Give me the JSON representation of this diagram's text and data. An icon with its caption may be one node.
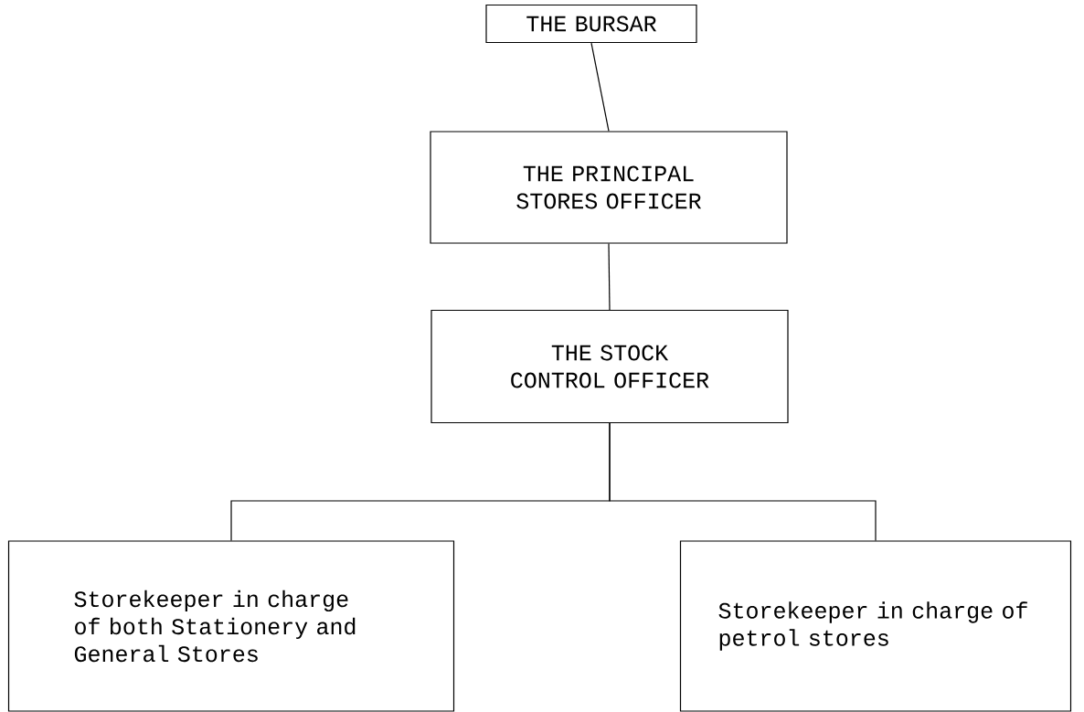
{
  "diagram": {
    "nodes": [
      {
        "text": [
          "THE BURSAR"
        ]
      },
      {
        "text": [
          "THE PRINCIPAL STORES OFFICER"
        ]
      },
      {
        "text": [
          "THE STOCK CONTROL OFFICER"
        ]
      },
      {
        "text": [
          "Storekeeper in charge of both Stationery and General Stores"
        ]
      },
      {
        "text": [
          "Storekeeper in charge of petrol stores"
        ]
      }
    ],
    "edges": [
      {
        "from": 0,
        "to": 1,
        "arrow": "none"
      },
      {
        "from": 1,
        "to": 2,
        "arrow": "none"
      },
      {
        "from": 2,
        "to": 3,
        "arrow": "none"
      },
      {
        "from": 2,
        "to": 4,
        "arrow": "none"
      }
    ]
  }
}
